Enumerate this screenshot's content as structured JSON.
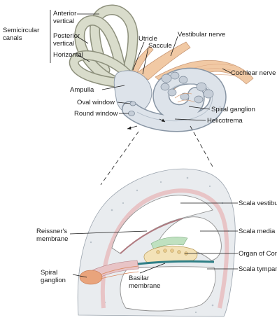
{
  "labels": {
    "semicircular_canals_line1": "Semicircular",
    "semicircular_canals_line2": "canals",
    "anterior_vertical_line1": "Anterior",
    "anterior_vertical_line2": "vertical",
    "posterior_vertical_line1": "Posterior",
    "posterior_vertical_line2": "vertical",
    "horizontal": "Horizontal",
    "utricle": "Utricle",
    "vestibular_nerve": "Vestibular nerve",
    "saccule": "Saccule",
    "cochlear_nerve": "Cochlear nerve",
    "ampulla": "Ampulla",
    "oval_window": "Oval window",
    "round_window": "Round window",
    "spiral_ganglion_top": "Spiral ganglion",
    "helicotrema": "Helicotrema",
    "scala_vestibuli": "Scala vestibul",
    "reissners_membrane_line1": "Reissner's",
    "reissners_membrane_line2": "membrane",
    "scala_media": "Scala media",
    "organ_of_corti": "Organ of Cort",
    "spiral_ganglion_bottom_line1": "Spiral",
    "spiral_ganglion_bottom_line2": "ganglion",
    "basilar_membrane_line1": "Basilar",
    "basilar_membrane_line2": "membrane",
    "scala_tympani": "Scala tympani"
  },
  "colors": {
    "canal_fill": "#d9dccb",
    "canal_stroke": "#8d907c",
    "cochlea_fill": "#dde3ea",
    "cochlea_stroke": "#8895a4",
    "nerve_fill": "#f1c9a4",
    "bone_fill": "#e9ecef",
    "duct_pink": "#e8c4c6",
    "membrane_green": "#bfe1c0",
    "basilar_teal": "#2f7f86",
    "ganglion_orange": "#e9a47c"
  }
}
